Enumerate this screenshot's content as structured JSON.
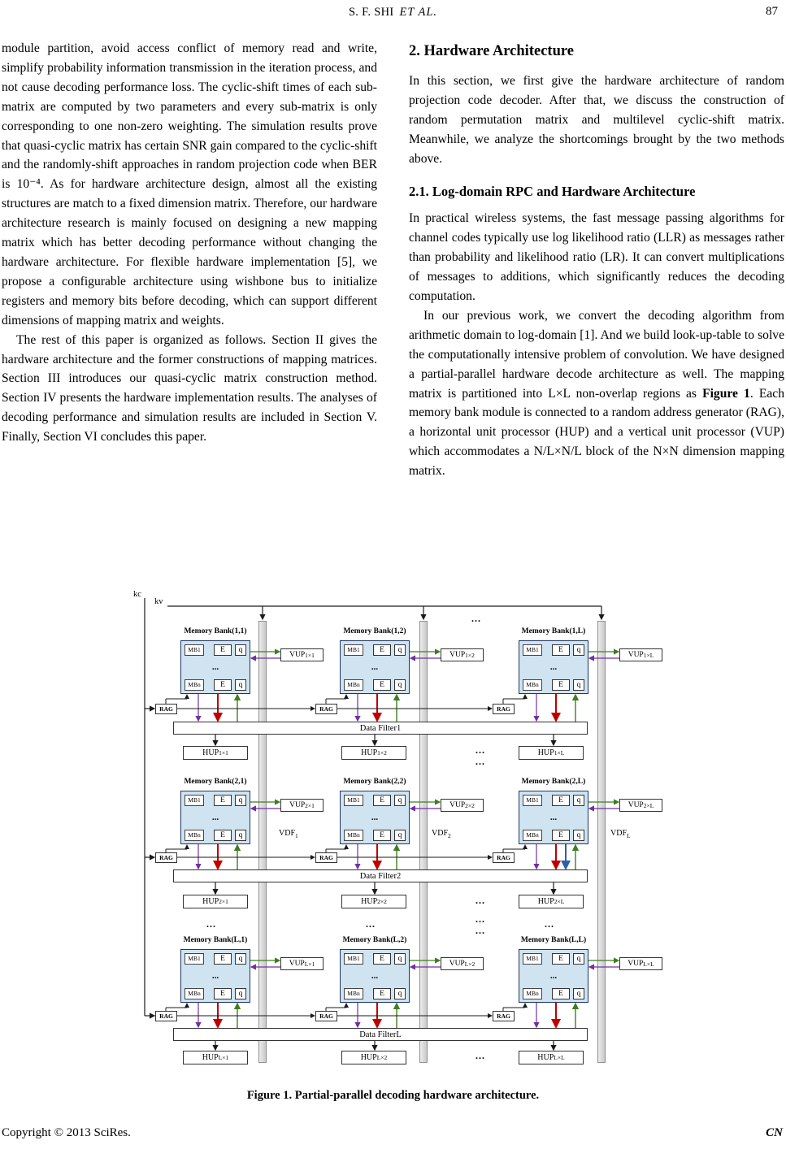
{
  "header": {
    "authors": "S. F. SHI",
    "et_al": "ET  AL.",
    "page_number": "87"
  },
  "left_column": {
    "para1": "module partition, avoid access conflict of memory read and write, simplify probability information transmission in the iteration process, and not cause decoding performance loss. The cyclic-shift times of each sub-matrix are computed by two parameters and every sub-matrix is only corresponding to one non-zero weighting. The simulation results prove that quasi-cyclic matrix has certain SNR gain compared to the cyclic-shift and the randomly-shift approaches in random projection code when BER is 10⁻⁴. As for hardware architecture design, almost all the existing structures are match to a fixed dimension matrix. Therefore, our hardware architecture research is mainly focused on designing a new mapping matrix which has better decoding performance without changing the hardware architecture. For flexible hardware implementation [5], we propose a configurable architecture using wishbone bus to initialize registers and memory bits before decoding, which can support different dimensions of mapping matrix and weights.",
    "para2": "The rest of this paper is organized as follows. Section II gives the hardware architecture and the former constructions of mapping matrices. Section III introduces our quasi-cyclic matrix construction method. Section IV presents the hardware implementation results. The analyses of decoding performance and simulation results are included in Section V. Finally, Section VI concludes this paper."
  },
  "right_column": {
    "section_title": "2. Hardware Architecture",
    "section_para": "In this section, we first give the hardware architecture of random projection code decoder. After that, we discuss the construction of random permutation matrix and multilevel cyclic-shift matrix. Meanwhile, we analyze the shortcomings brought by the two methods above.",
    "subsection_title": "2.1. Log-domain RPC and Hardware Architecture",
    "sub_para1": "In practical wireless systems, the fast message passing algorithms for channel codes typically use log likelihood ratio (LLR) as messages rather than probability and likelihood ratio (LR). It can convert multiplications of messages to additions, which significantly reduces the decoding computation.",
    "sub_para2_pre": "In our previous work, we convert the decoding algorithm from arithmetic domain to log-domain [1]. And we build look-up-table to solve the computationally intensive problem of convolution. We have designed a partial-parallel hardware decode architecture as well. The mapping matrix is partitioned into L×L non-overlap regions as ",
    "sub_para2_bold": "Figure 1",
    "sub_para2_post": ". Each memory bank module is connected to a random address generator (RAG), a horizontal unit processor (HUP) and a vertical unit processor (VUP) which accommodates a N/L×N/L block of the N×N dimension mapping matrix."
  },
  "figure": {
    "kc": "kc",
    "kv": "kv",
    "dots": "...",
    "rag": "RAG",
    "mb_top": "MB1",
    "mb_bottom": "MBn",
    "e": "E",
    "q": "q",
    "banks": [
      {
        "title": "Memory Bank(1,1)"
      },
      {
        "title": "Memory Bank(1,2)"
      },
      {
        "title": "Memory Bank(1,L)"
      },
      {
        "title": "Memory Bank(2,1)"
      },
      {
        "title": "Memory Bank(2,2)"
      },
      {
        "title": "Memory Bank(2,L)"
      },
      {
        "title": "Memory Bank(L,1)"
      },
      {
        "title": "Memory Bank(L,2)"
      },
      {
        "title": "Memory Bank(L,L)"
      }
    ],
    "vups": [
      {
        "prefix": "VUP",
        "sub": "1×1"
      },
      {
        "prefix": "VUP",
        "sub": "1×2"
      },
      {
        "prefix": "VUP",
        "sub": "1×L"
      },
      {
        "prefix": "VUP",
        "sub": "2×1"
      },
      {
        "prefix": "VUP",
        "sub": "2×2"
      },
      {
        "prefix": "VUP",
        "sub": "2×L"
      },
      {
        "prefix": "VUP",
        "sub": "L×1"
      },
      {
        "prefix": "VUP",
        "sub": "L×2"
      },
      {
        "prefix": "VUP",
        "sub": "L×L"
      }
    ],
    "hups": [
      {
        "prefix": "HUP",
        "sub": "1×1"
      },
      {
        "prefix": "HUP",
        "sub": "1×2"
      },
      {
        "prefix": "HUP",
        "sub": "1×L"
      },
      {
        "prefix": "HUP",
        "sub": "2×1"
      },
      {
        "prefix": "HUP",
        "sub": "2×2"
      },
      {
        "prefix": "HUP",
        "sub": "2×L"
      },
      {
        "prefix": "HUP",
        "sub": "L×1"
      },
      {
        "prefix": "HUP",
        "sub": "L×2"
      },
      {
        "prefix": "HUP",
        "sub": "L×L"
      }
    ],
    "filters": [
      "Data Filter1",
      "Data Filter2",
      "Data FilterL"
    ],
    "vdfs": [
      {
        "prefix": "VDF",
        "sub": "1"
      },
      {
        "prefix": "VDF",
        "sub": "2"
      },
      {
        "prefix": "VDF",
        "sub": "L"
      }
    ],
    "caption": "Figure 1. Partial-parallel decoding hardware architecture.",
    "colors": {
      "purple": "#7030a0",
      "red": "#c00000",
      "green": "#3f7d20",
      "blue": "#2f5fa8",
      "black": "#1a1a1a",
      "bank_fill": "#cfe3f0"
    }
  },
  "footer": {
    "copyright": "Copyright © 2013 SciRes.",
    "journal": "CN"
  }
}
